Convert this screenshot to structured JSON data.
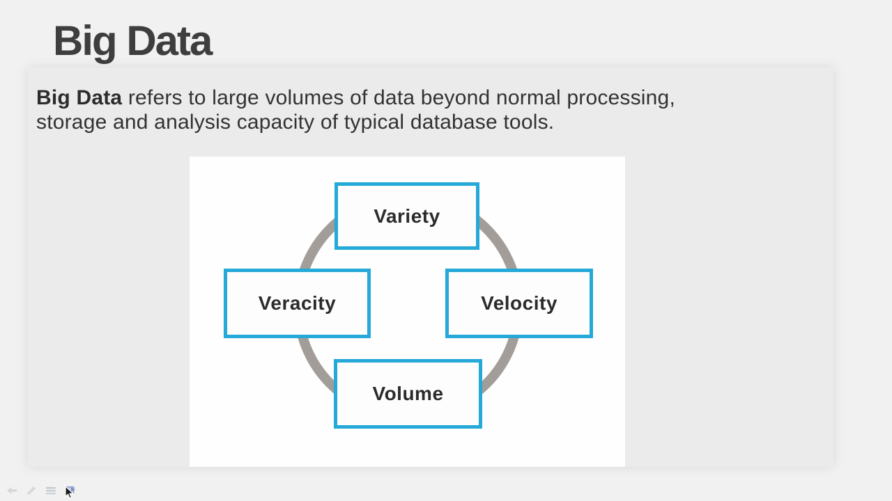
{
  "slide": {
    "title": "Big Data",
    "intro_lines": [
      {
        "bold": "Big Data",
        "rest": " refers to large volumes of data beyond normal processing,"
      },
      {
        "bold": "",
        "rest": "storage and analysis capacity of typical database tools."
      }
    ],
    "diagram": {
      "type": "cycle",
      "nodes": [
        {
          "label": "Variety",
          "position": "top"
        },
        {
          "label": "Veracity",
          "position": "left"
        },
        {
          "label": "Velocity",
          "position": "right"
        },
        {
          "label": "Volume",
          "position": "bottom"
        }
      ],
      "ring_color": "#a39d99",
      "node_border_color": "#24a9d8",
      "node_fill_color": "#fdfdfd",
      "node_text_color": "#2b2b2b"
    },
    "colors": {
      "page_background": "#f2f1f1",
      "panel_background": "#ecebeb",
      "diagram_background": "#fefefe",
      "title_text": "#3e3e3e",
      "body_text": "#323232"
    }
  },
  "toolbar": {
    "icons": [
      {
        "name": "previous-slide-icon"
      },
      {
        "name": "pen-icon"
      },
      {
        "name": "slides-menu-icon"
      },
      {
        "name": "slideshow-display-icon"
      }
    ]
  }
}
